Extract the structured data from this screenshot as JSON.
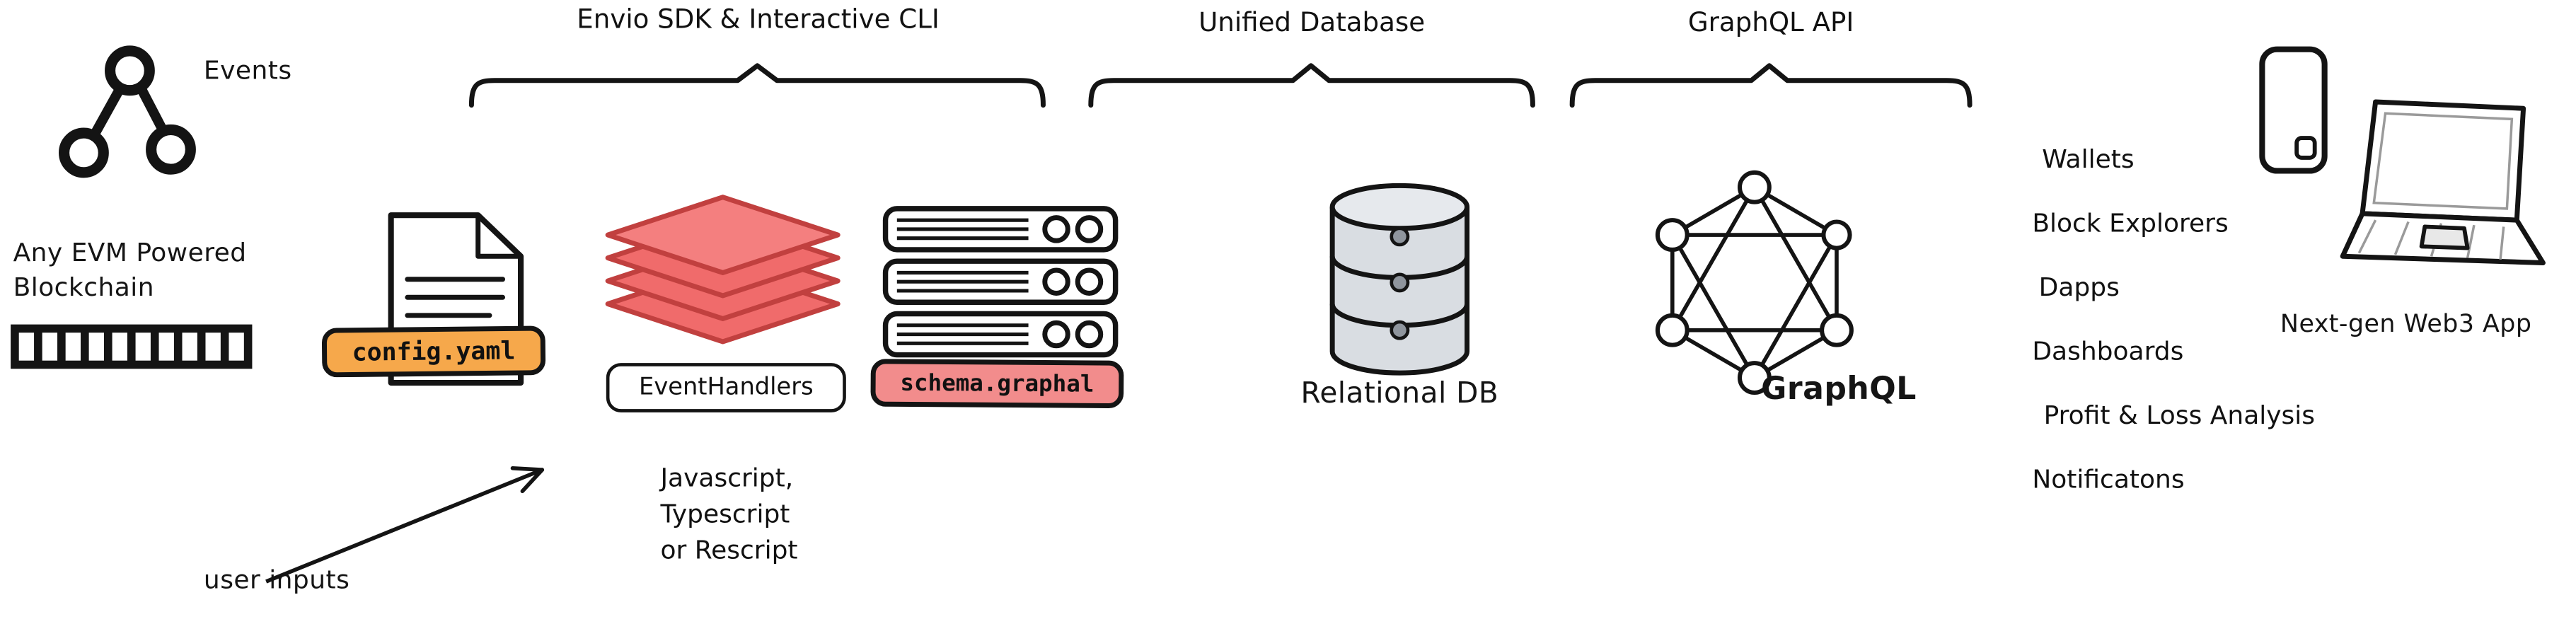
{
  "labels": {
    "events": "Events",
    "blockchain_line1": "Any EVM Powered",
    "blockchain_line2": "Blockchain",
    "user_inputs": "user inputs",
    "relational_db": "Relational DB",
    "graphql": "GraphQL",
    "web3_app": "Next-gen Web3 App"
  },
  "brackets": {
    "sdk": "Envio SDK & Interactive CLI",
    "database": "Unified Database",
    "api": "GraphQL API"
  },
  "sdk": {
    "config_file": "config.yaml",
    "event_handlers": "EventHandlers",
    "languages": [
      "Javascript,",
      "Typescript",
      "or Rescript"
    ],
    "schema_file": "schema.graphal"
  },
  "consumers": [
    "Wallets",
    "Block Explorers",
    "Dapps",
    "Dashboards",
    "Profit & Loss Analysis",
    "Notificatons"
  ],
  "colors": {
    "config_label_bg": "#F6A84B",
    "layers_fill": "#F06B6B",
    "layers_top_fill": "#F47F7F",
    "schema_label_bg": "#F28C8C",
    "db_cylinder_fill": "#D9DDE2",
    "ink": "#141414"
  }
}
